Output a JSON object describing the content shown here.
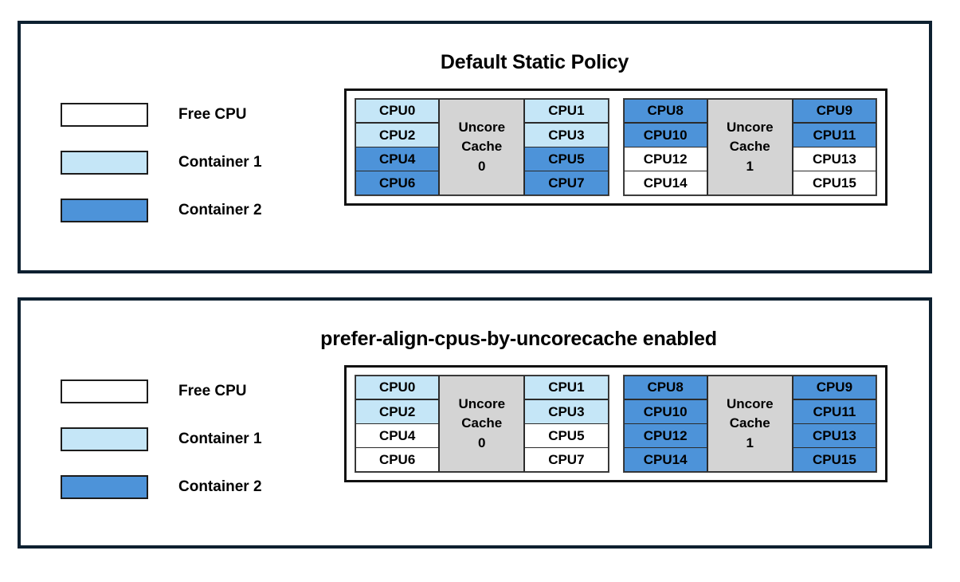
{
  "colors": {
    "free": "#ffffff",
    "container1": "#c5e6f7",
    "container2": "#4d93d9",
    "cache": "#d4d4d4",
    "frame": "#0d2030",
    "outline": "#111111"
  },
  "legend": {
    "items": [
      {
        "label": "Free CPU",
        "fill": "free"
      },
      {
        "label": "Container 1",
        "fill": "c1"
      },
      {
        "label": "Container 2",
        "fill": "c2"
      }
    ]
  },
  "panels": [
    {
      "title": "Default Static Policy",
      "diagram": {
        "groups": [
          {
            "cache_label_lines": [
              "Uncore",
              "Cache",
              "0"
            ],
            "left_column": [
              {
                "label": "CPU0",
                "fill": "c1"
              },
              {
                "label": "CPU2",
                "fill": "c1"
              },
              {
                "label": "CPU4",
                "fill": "c2"
              },
              {
                "label": "CPU6",
                "fill": "c2"
              }
            ],
            "right_column": [
              {
                "label": "CPU1",
                "fill": "c1"
              },
              {
                "label": "CPU3",
                "fill": "c1"
              },
              {
                "label": "CPU5",
                "fill": "c2"
              },
              {
                "label": "CPU7",
                "fill": "c2"
              }
            ]
          },
          {
            "cache_label_lines": [
              "Uncore",
              "Cache",
              "1"
            ],
            "left_column": [
              {
                "label": "CPU8",
                "fill": "c2"
              },
              {
                "label": "CPU10",
                "fill": "c2"
              },
              {
                "label": "CPU12",
                "fill": "free"
              },
              {
                "label": "CPU14",
                "fill": "free"
              }
            ],
            "right_column": [
              {
                "label": "CPU9",
                "fill": "c2"
              },
              {
                "label": "CPU11",
                "fill": "c2"
              },
              {
                "label": "CPU13",
                "fill": "free"
              },
              {
                "label": "CPU15",
                "fill": "free"
              }
            ]
          }
        ]
      }
    },
    {
      "title": "prefer-align-cpus-by-uncorecache enabled",
      "diagram": {
        "groups": [
          {
            "cache_label_lines": [
              "Uncore",
              "Cache",
              "0"
            ],
            "left_column": [
              {
                "label": "CPU0",
                "fill": "c1"
              },
              {
                "label": "CPU2",
                "fill": "c1"
              },
              {
                "label": "CPU4",
                "fill": "free"
              },
              {
                "label": "CPU6",
                "fill": "free"
              }
            ],
            "right_column": [
              {
                "label": "CPU1",
                "fill": "c1"
              },
              {
                "label": "CPU3",
                "fill": "c1"
              },
              {
                "label": "CPU5",
                "fill": "free"
              },
              {
                "label": "CPU7",
                "fill": "free"
              }
            ]
          },
          {
            "cache_label_lines": [
              "Uncore",
              "Cache",
              "1"
            ],
            "left_column": [
              {
                "label": "CPU8",
                "fill": "c2"
              },
              {
                "label": "CPU10",
                "fill": "c2"
              },
              {
                "label": "CPU12",
                "fill": "c2"
              },
              {
                "label": "CPU14",
                "fill": "c2"
              }
            ],
            "right_column": [
              {
                "label": "CPU9",
                "fill": "c2"
              },
              {
                "label": "CPU11",
                "fill": "c2"
              },
              {
                "label": "CPU13",
                "fill": "c2"
              },
              {
                "label": "CPU15",
                "fill": "c2"
              }
            ]
          }
        ]
      }
    }
  ]
}
